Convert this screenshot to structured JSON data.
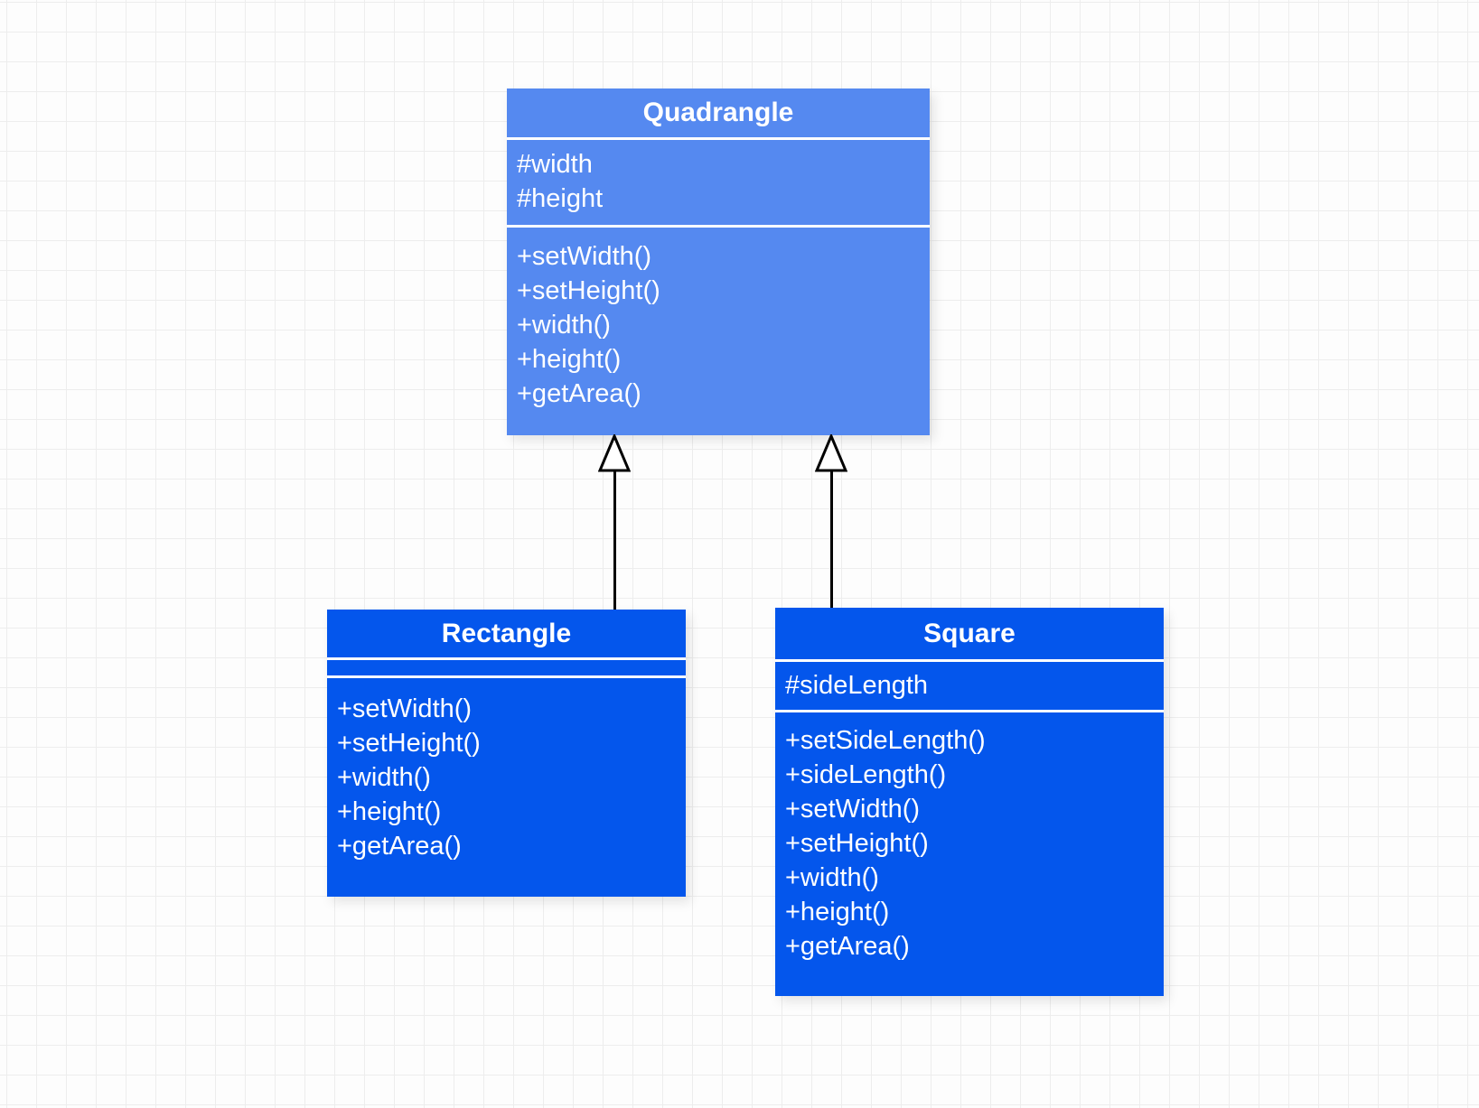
{
  "diagram": {
    "type": "uml-class-diagram",
    "classes": [
      {
        "name": "Quadrangle",
        "fill": "#5589f0",
        "attributes": [
          "#width",
          "#height"
        ],
        "methods": [
          "+setWidth()",
          "+setHeight()",
          "+width()",
          "+height()",
          "+getArea()"
        ]
      },
      {
        "name": "Rectangle",
        "fill": "#0456ec",
        "attributes": [],
        "methods": [
          "+setWidth()",
          "+setHeight()",
          "+width()",
          "+height()",
          "+getArea()"
        ]
      },
      {
        "name": "Square",
        "fill": "#0456ec",
        "attributes": [
          "#sideLength"
        ],
        "methods": [
          "+setSideLength()",
          "+sideLength()",
          "+setWidth()",
          "+setHeight()",
          "+width()",
          "+height()",
          "+getArea()"
        ]
      }
    ],
    "relationships": [
      {
        "from": "Rectangle",
        "to": "Quadrangle",
        "type": "generalization"
      },
      {
        "from": "Square",
        "to": "Quadrangle",
        "type": "generalization"
      }
    ]
  },
  "colors": {
    "parent_class_fill": "#5589f0",
    "child_class_fill": "#0456ec",
    "class_text": "#ffffff",
    "connector": "#000000",
    "arrowhead_fill": "#ffffff",
    "canvas_bg": "#fdfdfd",
    "grid_line": "#ededed"
  }
}
